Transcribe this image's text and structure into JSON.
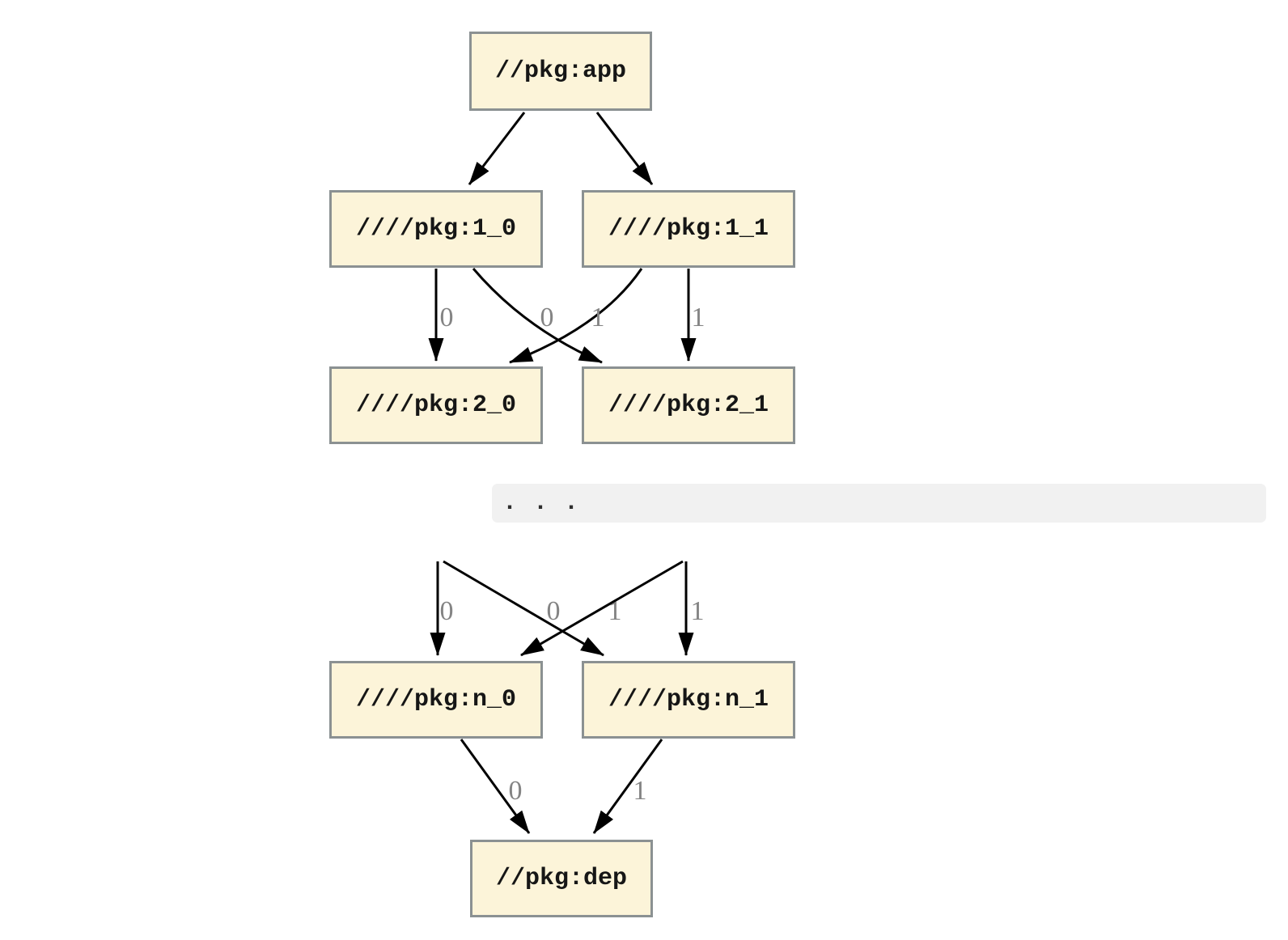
{
  "diagram": {
    "nodes": {
      "app": {
        "label": "//pkg:app"
      },
      "v1_0": {
        "label": "////pkg:1_0"
      },
      "v1_1": {
        "label": "////pkg:1_1"
      },
      "v2_0": {
        "label": "////pkg:2_0"
      },
      "v2_1": {
        "label": "////pkg:2_1"
      },
      "vn_0": {
        "label": "////pkg:n_0"
      },
      "vn_1": {
        "label": "////pkg:n_1"
      },
      "dep": {
        "label": "//pkg:dep"
      }
    },
    "ellipsis": ". . .",
    "edge_labels": {
      "upper": [
        "0",
        "0",
        "1",
        "1"
      ],
      "middle": [
        "0",
        "0",
        "1",
        "1"
      ],
      "lower": [
        "0",
        "1"
      ]
    },
    "colors": {
      "node_fill": "#fcf4d9",
      "node_border": "#8b9192",
      "edge": "#000000",
      "edge_label": "#848484",
      "ellipsis_band": "#f1f1f1"
    }
  }
}
